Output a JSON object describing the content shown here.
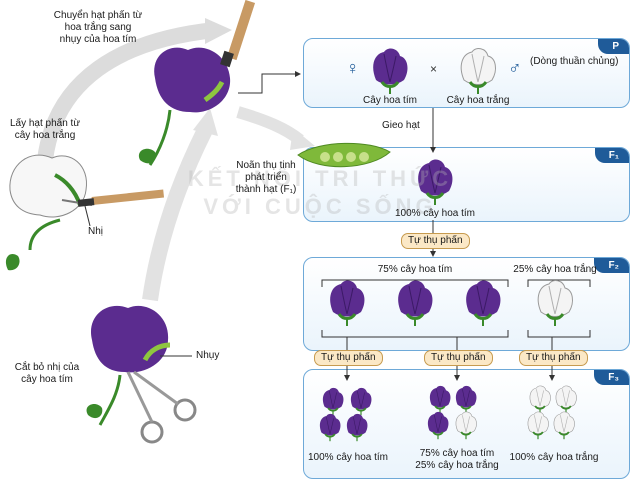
{
  "left_labels": {
    "transfer": [
      "Chuyển hạt phấn từ",
      "hoa trắng sang",
      "nhụy của hoa tím"
    ],
    "take_pollen": [
      "Lấy hạt phấn từ",
      "cây hoa trắng"
    ],
    "stamen": "Nhị",
    "pistil": "Nhụy",
    "cut_stamen": [
      "Cắt bỏ nhị của",
      "cây hoa tím"
    ],
    "ovule": [
      "Noãn thụ tinh",
      "phát triển",
      "thành hạt (F₁)"
    ],
    "sow": "Gieo hạt"
  },
  "p_panel": {
    "tag": "P",
    "female_symbol": "♀",
    "male_symbol": "♂",
    "cross_symbol": "×",
    "purple_label": "Cây hoa tím",
    "white_label": "Cây hoa trắng",
    "note": "(Dòng thuần chủng)"
  },
  "f1_panel": {
    "tag": "F₁",
    "label": "100% cây hoa tím"
  },
  "self_pollination": "Tự thụ phấn",
  "f2_panel": {
    "tag": "F₂",
    "purple_label": "75% cây hoa tím",
    "white_label": "25% cây hoa trắng"
  },
  "f3_panel": {
    "tag": "F₃",
    "left_label": "100% cây hoa tím",
    "mid_label_1": "75% cây hoa tím",
    "mid_label_2": "25% cây hoa trắng",
    "right_label": "100% cây hoa trắng"
  },
  "watermark": [
    "KẾT NỐI TRI THỨC",
    "VỚI CUỘC SỐNG"
  ],
  "colors": {
    "purple": "#5b2c8f",
    "panel_border": "#6ea9d8",
    "tag": "#1f5b99",
    "pill": "#fbe8c6",
    "arrow": "#d9d9d9"
  }
}
